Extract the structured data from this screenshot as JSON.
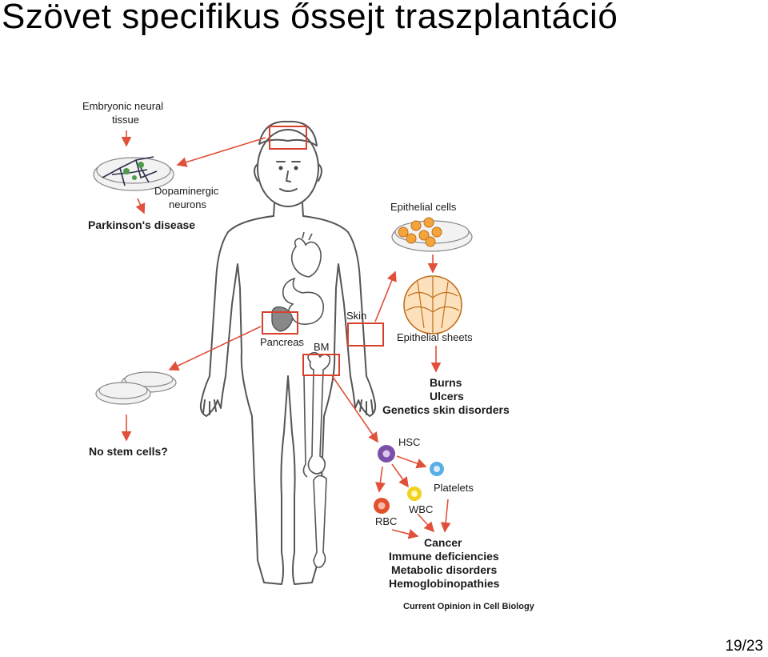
{
  "slide": {
    "title": "Szövet specifikus őssejt traszplantáció",
    "page_number": "19/23"
  },
  "diagram": {
    "labels": {
      "embryonic_neural_tissue_1": "Embryonic neural",
      "embryonic_neural_tissue_2": "tissue",
      "dopaminergic_1": "Dopaminergic",
      "dopaminergic_2": "neurons",
      "parkinsons": "Parkinson's disease",
      "epithelial_cells": "Epithelial cells",
      "skin": "Skin",
      "epithelial_sheets": "Epithelial sheets",
      "pancreas": "Pancreas",
      "bm": "BM",
      "burns": "Burns",
      "ulcers": "Ulcers",
      "genetic_skin": "Genetics skin disorders",
      "no_stem_cells": "No stem cells?",
      "hsc": "HSC",
      "platelets": "Platelets",
      "wbc": "WBC",
      "rbc": "RBC",
      "cancer": "Cancer",
      "immune": "Immune deficiencies",
      "metabolic": "Metabolic disorders",
      "hemoglobin": "Hemoglobinopathies",
      "source": "Current Opinion in Cell Biology"
    },
    "colors": {
      "highlight_box": "#d8402c",
      "arrow": "#e0503a",
      "hsc_cell": "#7b4fa8",
      "platelet_cell": "#5aaee6",
      "wbc_cell": "#f2d21c",
      "rbc_cell": "#e2502e",
      "epithelial_cell": "#f3a43a"
    }
  }
}
